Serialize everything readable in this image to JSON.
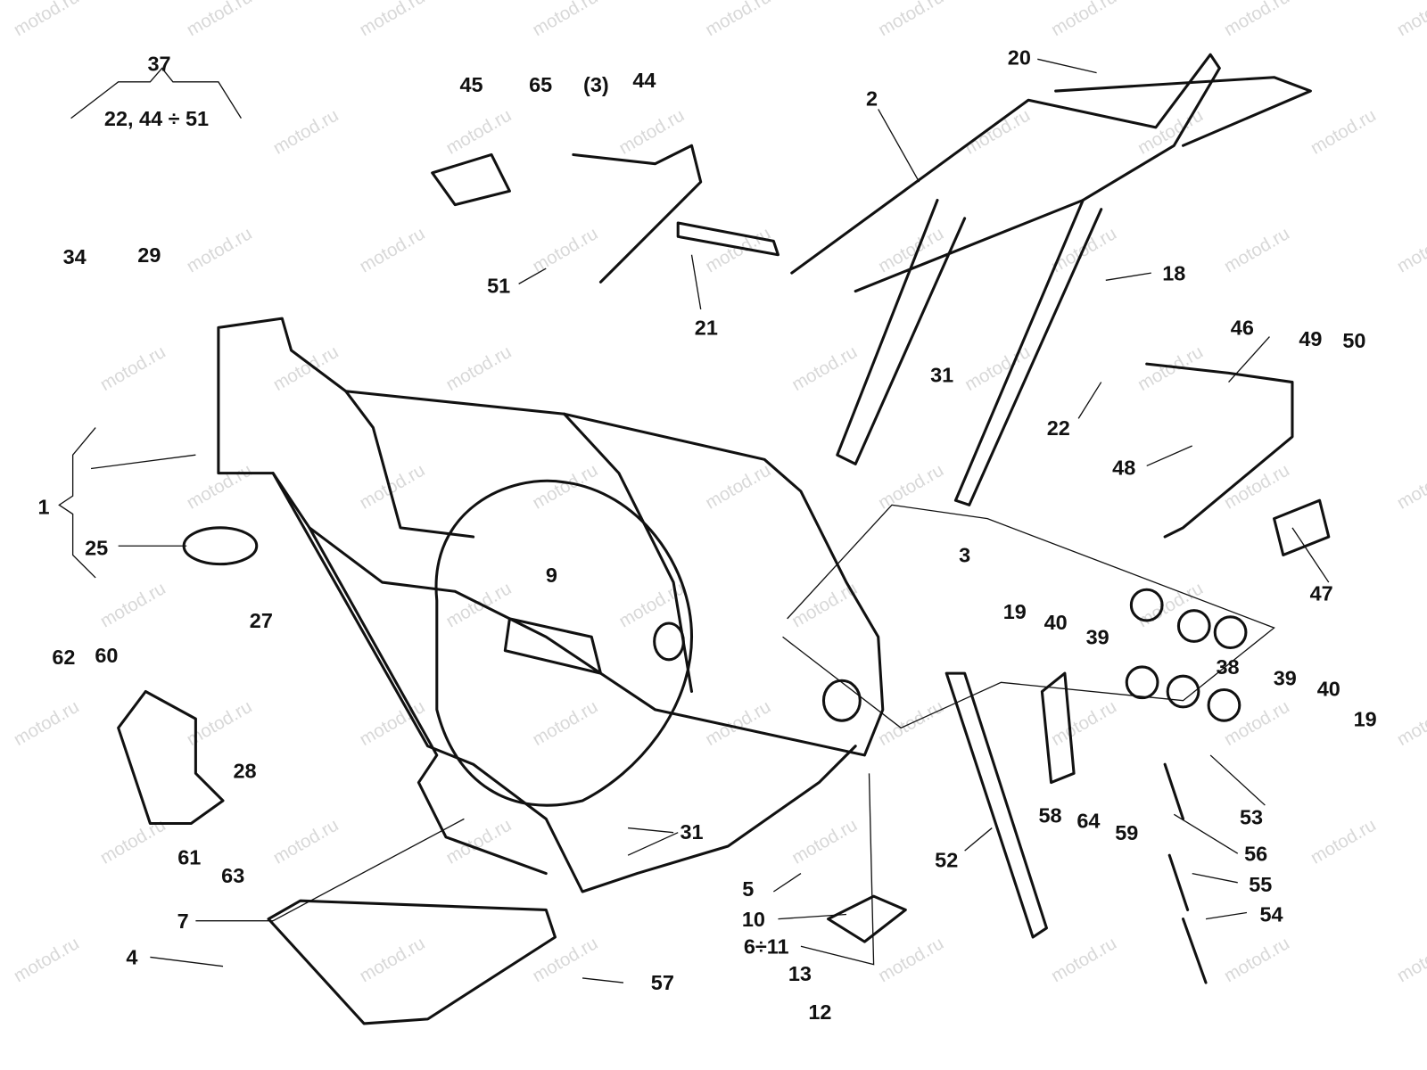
{
  "watermark": "motod.ru",
  "labels": {
    "l37": "37",
    "l37sub": "22, 44 ÷ 51",
    "l45": "45",
    "l65": "65",
    "l3p": "(3)",
    "l44": "44",
    "l20": "20",
    "l2": "2",
    "l34": "34",
    "l29": "29",
    "l51": "51",
    "l21": "21",
    "l18": "18",
    "l31a": "31",
    "l46": "46",
    "l49": "49",
    "l50": "50",
    "l22": "22",
    "l48": "48",
    "l1": "1",
    "l25": "25",
    "l9": "9",
    "l3": "3",
    "l47": "47",
    "l19a": "19",
    "l40a": "40",
    "l39a": "39",
    "l38": "38",
    "l39b": "39",
    "l40b": "40",
    "l19b": "19",
    "l27": "27",
    "l62": "62",
    "l60": "60",
    "l28": "28",
    "l58": "58",
    "l64": "64",
    "l59": "59",
    "l53": "53",
    "l56": "56",
    "l55": "55",
    "l54": "54",
    "l61": "61",
    "l63": "63",
    "l31b": "31",
    "l52": "52",
    "l5": "5",
    "l10": "10",
    "l611": "6÷11",
    "l13": "13",
    "l12": "12",
    "l7": "7",
    "l4": "4",
    "l57": "57"
  }
}
